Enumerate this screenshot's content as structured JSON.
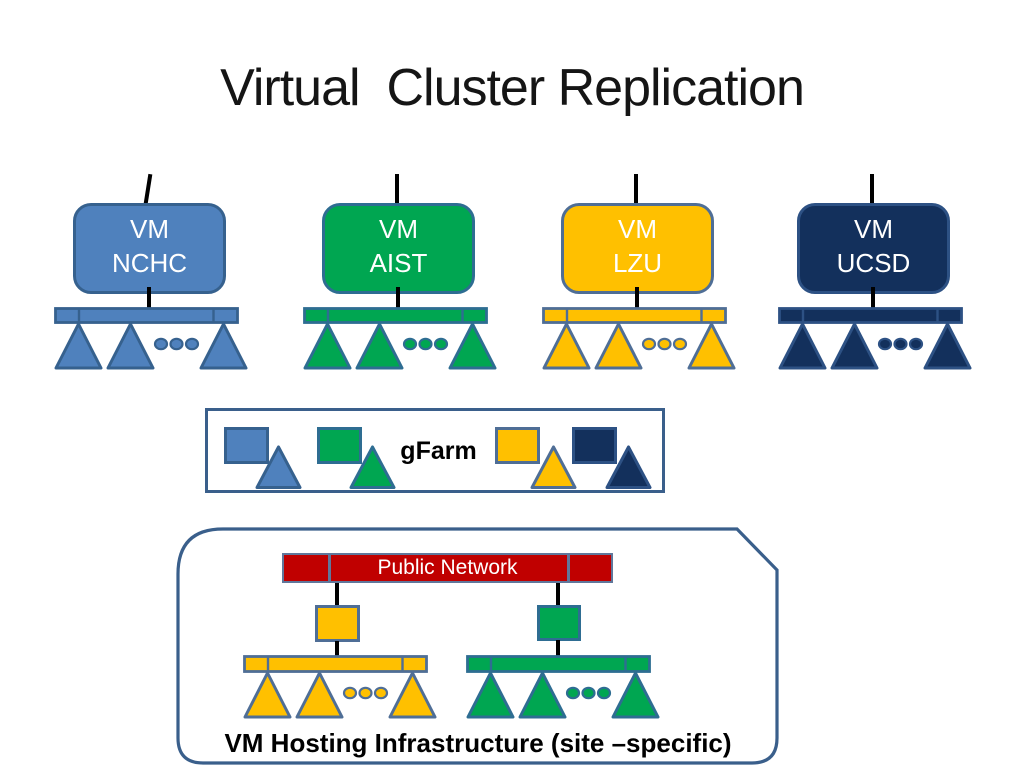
{
  "title": "Virtual  Cluster Replication",
  "colors": {
    "blue": "#4F81BD",
    "blue_border": "#36618E",
    "green": "#00A651",
    "green_border": "#2E6D92",
    "yellow": "#FFC000",
    "yellow_border": "#4F6E96",
    "navy": "#13305C",
    "navy_border": "#2D5184",
    "red": "#C00000",
    "red_border": "#60779B",
    "frame": "#3A5F8B",
    "black_line": "#000000"
  },
  "clusters": [
    {
      "line1": "VM",
      "line2": "NCHC",
      "color_role": "blue"
    },
    {
      "line1": "VM",
      "line2": "AIST",
      "color_role": "green"
    },
    {
      "line1": "VM",
      "line2": "LZU",
      "color_role": "yellow"
    },
    {
      "line1": "VM",
      "line2": "UCSD",
      "color_role": "navy"
    }
  ],
  "gfarm": {
    "label": "gFarm",
    "pairs": [
      "blue",
      "green",
      "yellow",
      "navy"
    ]
  },
  "hosting": {
    "network_label": "Public Network",
    "caption": "VM Hosting Infrastructure (site –specific)",
    "sub_clusters": [
      "yellow",
      "green"
    ]
  }
}
